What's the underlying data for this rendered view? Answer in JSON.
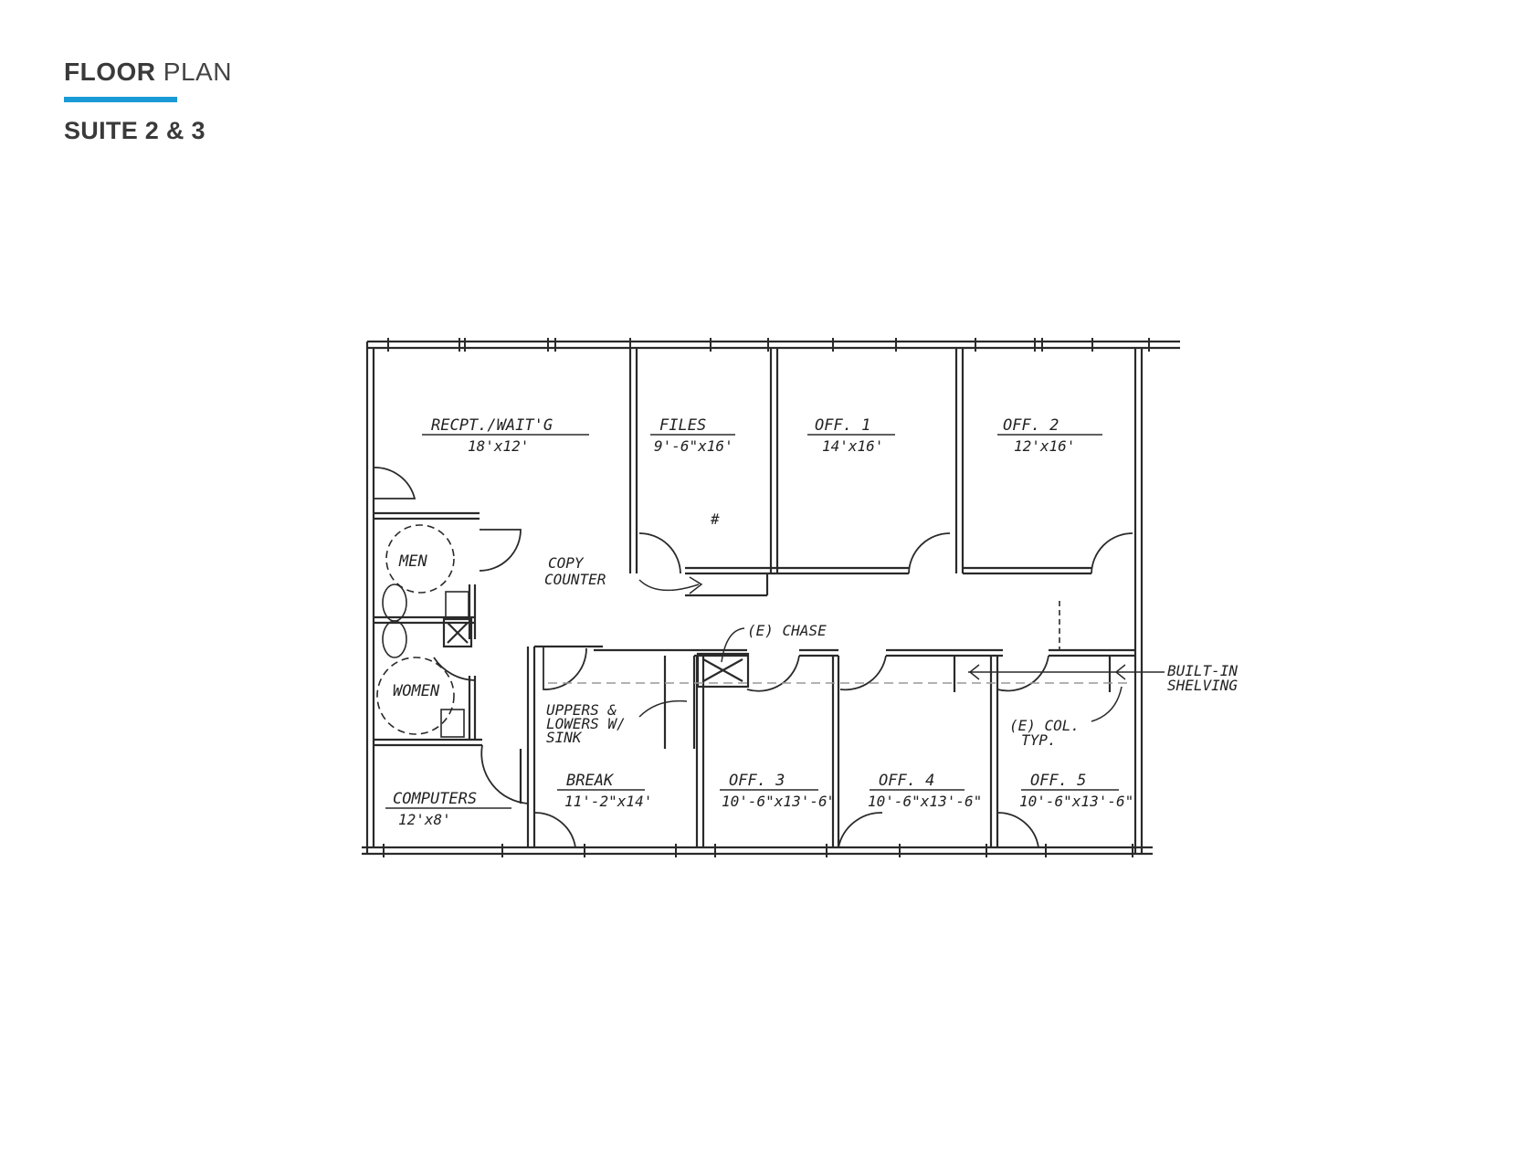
{
  "header": {
    "title_bold": "FLOOR",
    "title_light": "PLAN",
    "subtitle": "SUITE 2 & 3",
    "accent_color": "#1a9ad6",
    "text_color": "#3a3a3a"
  },
  "floor_plan": {
    "rooms": [
      {
        "name": "RECPT./WAIT'G",
        "size": "18'x12'"
      },
      {
        "name": "FILES",
        "size": "9'-6\"x16'"
      },
      {
        "name": "OFF. 1",
        "size": "14'x16'"
      },
      {
        "name": "OFF. 2",
        "size": "12'x16'"
      },
      {
        "name": "MEN",
        "size": ""
      },
      {
        "name": "WOMEN",
        "size": ""
      },
      {
        "name": "COMPUTERS",
        "size": "12'x8'"
      },
      {
        "name": "BREAK",
        "size": "11'-2\"x14'"
      },
      {
        "name": "OFF. 3",
        "size": "10'-6\"x13'-6\""
      },
      {
        "name": "OFF. 4",
        "size": "10'-6\"x13'-6\""
      },
      {
        "name": "OFF. 5",
        "size": "10'-6\"x13'-6\""
      }
    ],
    "annotations": {
      "copy_counter": [
        "COPY",
        "COUNTER"
      ],
      "chase": "(E) CHASE",
      "uppers": [
        "UPPERS &",
        "LOWERS W/",
        "SINK"
      ],
      "column": [
        "(E) COL.",
        "TYP."
      ],
      "shelving": [
        "BUILT-IN",
        "SHELVING"
      ],
      "hash": "#"
    }
  }
}
